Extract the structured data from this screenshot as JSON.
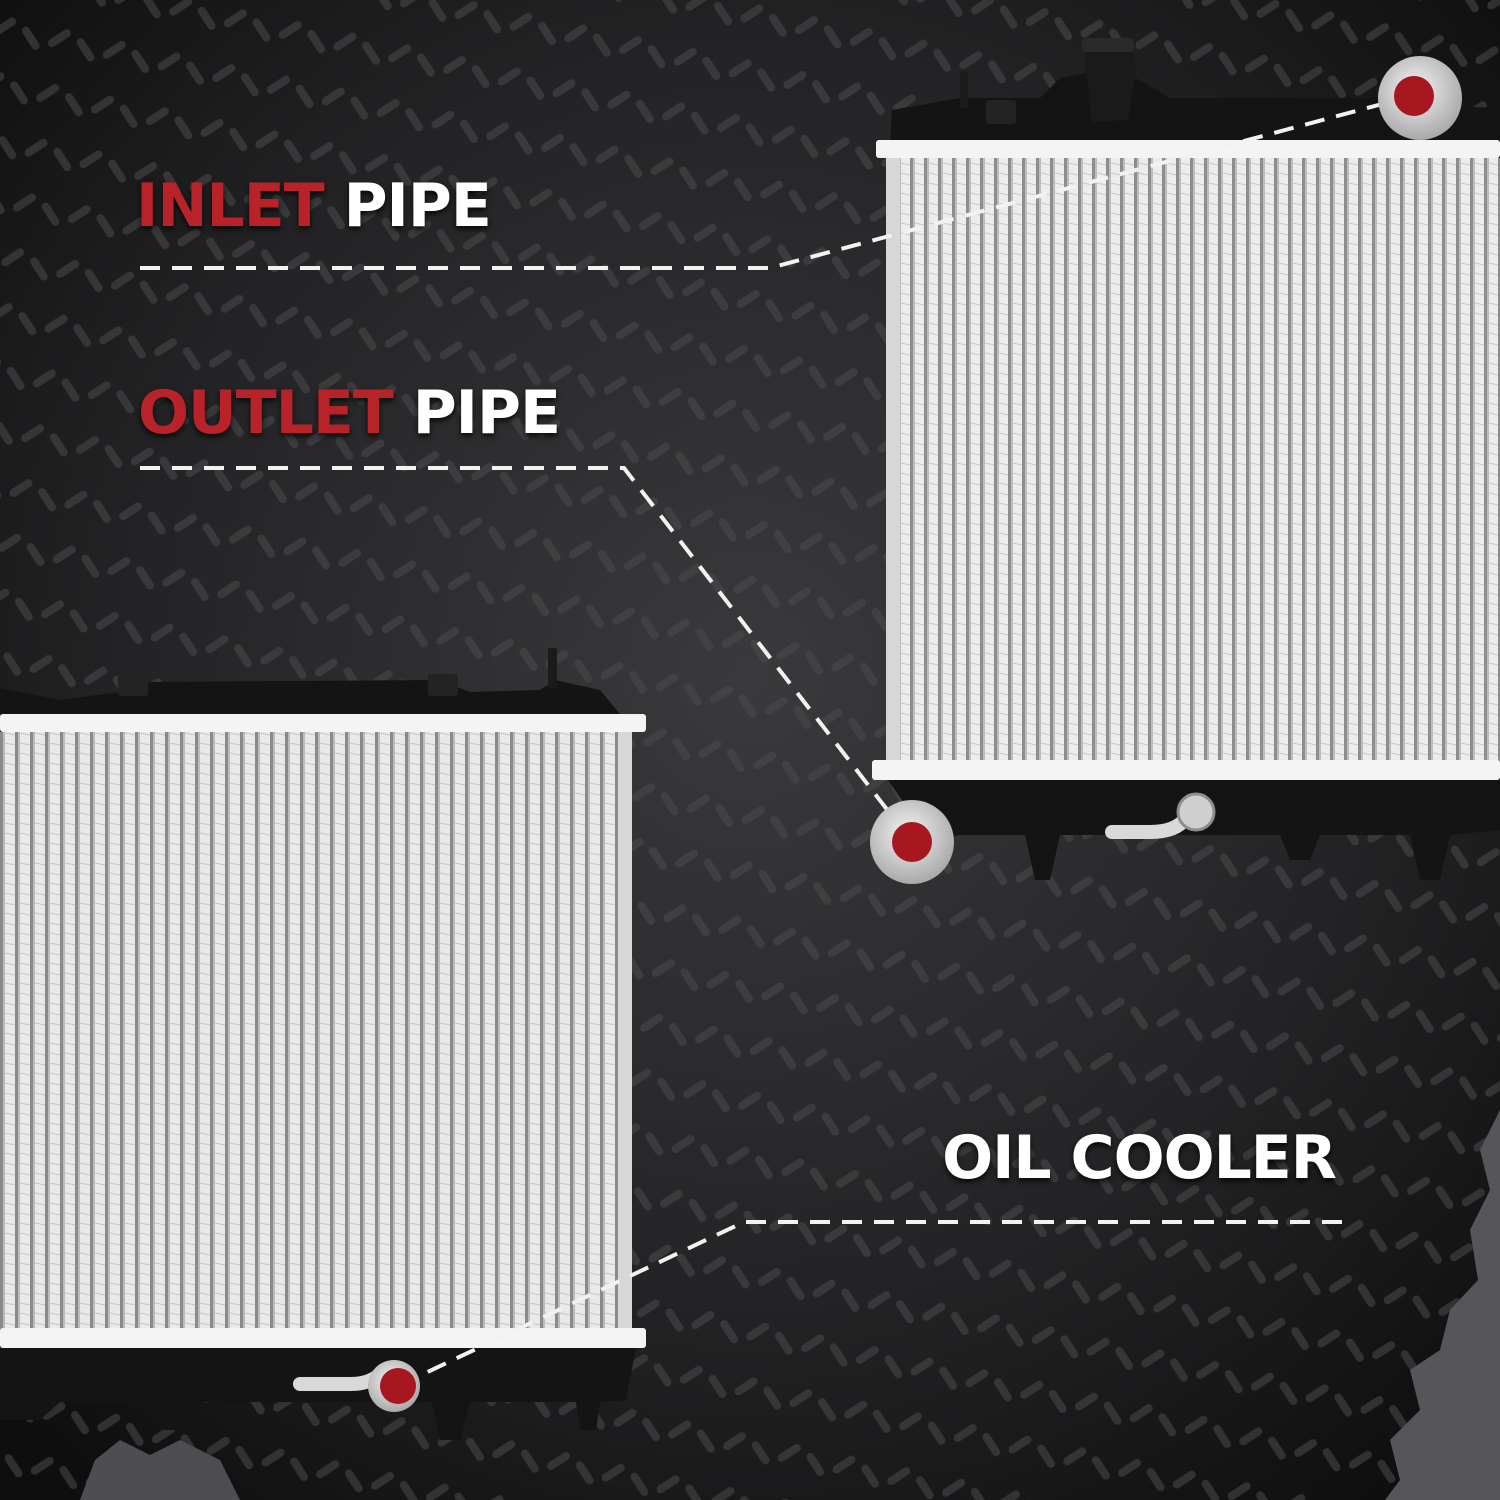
{
  "callouts": [
    {
      "highlight": "INLET",
      "rest": "PIPE"
    },
    {
      "highlight": "OUTLET",
      "rest": "PIPE"
    },
    {
      "highlight": "",
      "rest": "OIL COOLER"
    }
  ],
  "colors": {
    "background": "#1b1b1d",
    "accent_red": "#b8232a",
    "marker_red": "#a8161f",
    "label_white": "#ffffff",
    "dash_line": "#f2f2f2",
    "radiator_fin": "#d8d8d8",
    "tank_plastic": "#141414"
  },
  "icons": [
    "pipe-marker-icon",
    "inlet-pipe-marker-icon",
    "outlet-pipe-marker-icon",
    "oil-cooler-marker-icon"
  ]
}
